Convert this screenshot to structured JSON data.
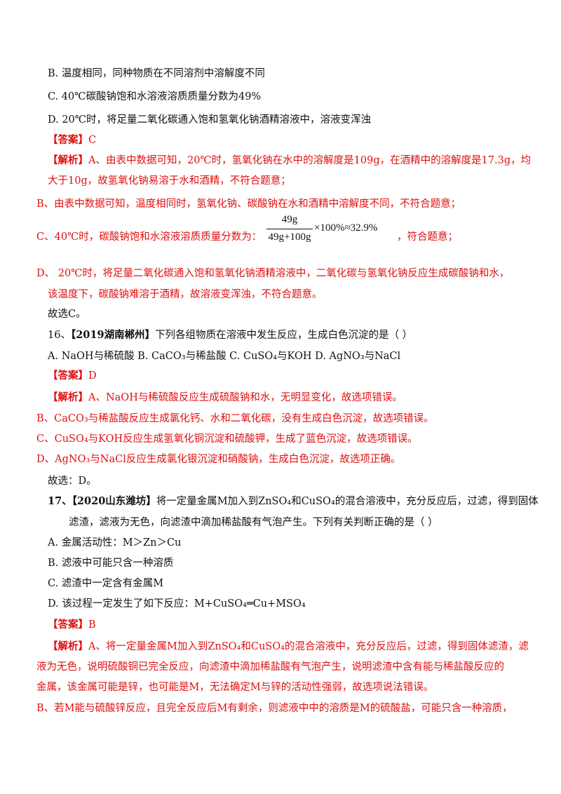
{
  "q15": {
    "optB": "B.  温度相同，同种物质在不同溶剂中溶解度不同",
    "optC": "C.  40℃碳酸钠饱和水溶液溶质质量分数为49%",
    "optD": "D.  20℃时，将足量二氧化碳通入饱和氢氧化钠酒精溶液中，溶液变浑浊",
    "answer_tag": "【答案】",
    "answer": "C",
    "analysis_tag": "【解析】",
    "exp_a1": "A、由表中数据可知，20℃时，氢氧化钠在水中的溶解度是109g，在酒精中的溶解度是17.3g，均",
    "exp_a2": "大于10g，故氢氧化钠易溶于水和酒精，不符合题意；",
    "exp_b": "B、由表中数据可知，温度相同时，氢氧化钠、碳酸钠在水和酒精中溶解度不同，不符合题意；",
    "exp_c_pre": "C、40℃时，碳酸钠饱和水溶液溶质质量分数为：",
    "frac_num": "49g",
    "frac_den": "49g+100g",
    "frac_rest": "×100%≈32.9%",
    "exp_c_post": "，符合题意；",
    "exp_d1": "D、 20℃时，将足量二氧化碳通入饱和氢氧化钠酒精溶液中，二氧化碳与氢氧化钠反应生成碳酸钠和水，",
    "exp_d2": "该温度下，碳酸钠难溶于酒精，故溶液变浑浊，不符合题意。",
    "conclusion": "故选C。"
  },
  "q16": {
    "num": "16、",
    "source": "【2019湖南郴州】",
    "stem": "下列各组物质在溶液中发生反应，生成白色沉淀的是（      ）",
    "options": "A.  NaOH与稀硫酸      B.  CaCO₃与稀盐酸      C.  CuSO₄与KOH      D.  AgNO₃与NaCl",
    "answer_tag": "【答案】",
    "answer": "D",
    "analysis_tag": "【解析】",
    "exp_a": "A、NaOH与稀硫酸反应生成硫酸钠和水，无明显变化，故选项错误。",
    "exp_b": "B、CaCO₃与稀盐酸反应生成氯化钙、水和二氧化碳，没有生成白色沉淀，故选项错误。",
    "exp_c": "C、CuSO₄与KOH反应生成氢氧化铜沉淀和硫酸钾，生成了蓝色沉淀，故选项错误。",
    "exp_d": "D、AgNO₃与NaCl反应生成氯化银沉淀和硝酸钠，生成白色沉淀，故选项正确。",
    "conclusion": "故选：D。"
  },
  "q17": {
    "num": "17、",
    "source": "【2020山东潍坊】",
    "stem1": "将一定量金属M加入到ZnSO₄和CuSO₄的混合溶液中，充分反应后，过滤，得到固体",
    "stem2": "滤渣，滤液为无色，向滤渣中滴加稀盐酸有气泡产生。下列有关判断正确的是（      ）",
    "optA": "A.  金属活动性：M＞Zn＞Cu",
    "optB": "B.  滤液中可能只含一种溶质",
    "optC": "C.  滤渣中一定含有金属M",
    "optD": "D.  该过程一定发生了如下反应：M+CuSO₄═Cu+MSO₄",
    "answer_tag": "【答案】",
    "answer": "B",
    "analysis_tag": "【解析】",
    "exp_a1": "A、将一定量金属M加入到ZnSO₄和CuSO₄的混合溶液中，充分反应后，过滤，得到固体滤渣，滤",
    "exp_a2": "液为无色，说明硫酸铜已完全反应，向滤渣中滴加稀盐酸有气泡产生，说明滤渣中含有能与稀盐酸反应的",
    "exp_a3": "金属，该金属可能是锌，也可能是M，无法确定M与锌的活动性强弱，故选项说法错误。",
    "exp_b": "B、若M能与硫酸锌反应，且完全反应后M有剩余，则滤液中中的溶质是M的硫酸盐，可能只含一种溶质，"
  }
}
